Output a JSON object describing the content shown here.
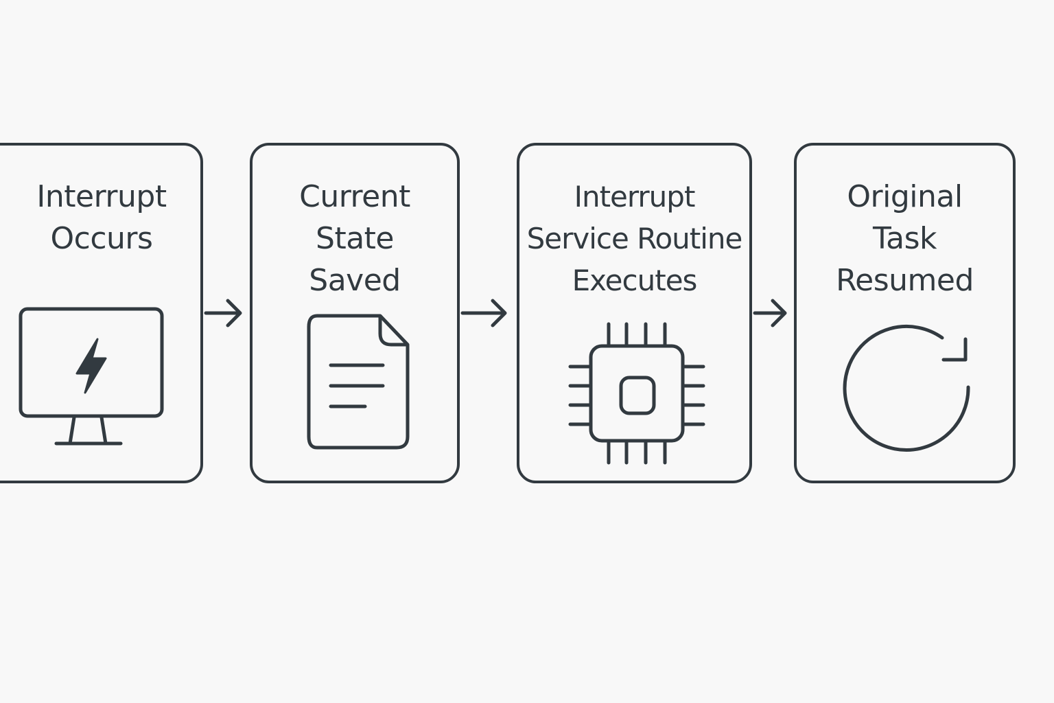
{
  "diagram": {
    "steps": [
      {
        "lines": [
          "Interrupt",
          "Occurs"
        ],
        "icon": "monitor-lightning-icon"
      },
      {
        "lines": [
          "Current",
          "State",
          "Saved"
        ],
        "icon": "document-icon"
      },
      {
        "lines": [
          "Interrupt",
          "Service Routine",
          "Executes"
        ],
        "icon": "cpu-chip-icon"
      },
      {
        "lines": [
          "Original",
          "Task",
          "Resumed"
        ],
        "icon": "refresh-cycle-icon"
      }
    ],
    "colors": {
      "stroke": "#323a40",
      "background": "#f8f8f8"
    }
  }
}
